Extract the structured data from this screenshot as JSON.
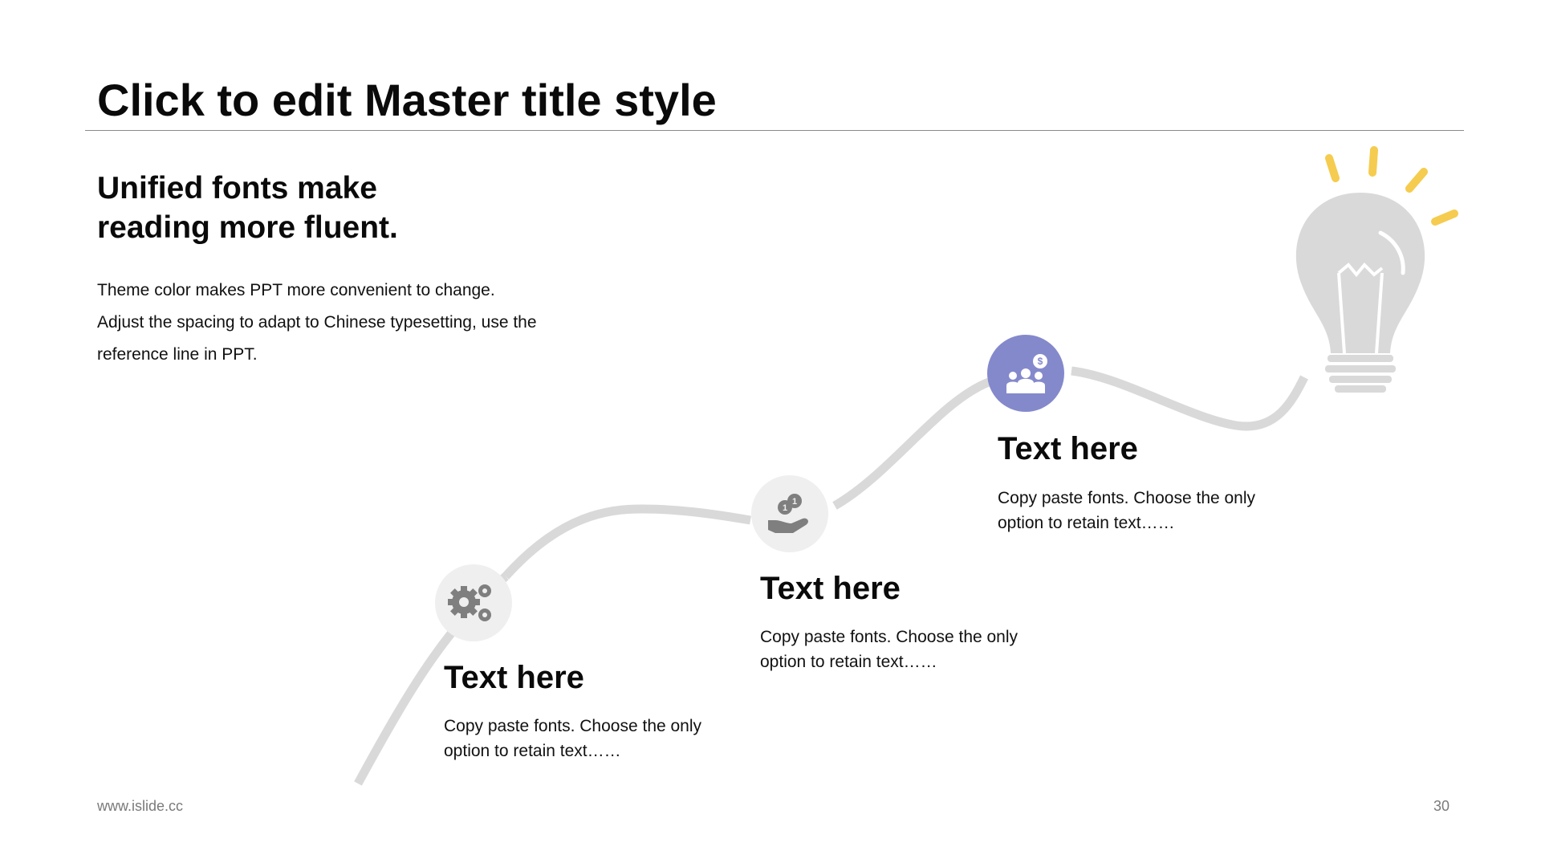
{
  "slide": {
    "title": "Click to edit Master title style",
    "subtitle_line1": "Unified fonts make",
    "subtitle_line2": "reading more fluent.",
    "body_line1": "Theme color makes PPT more convenient  to change.",
    "body_line2": "Adjust  the  spacing  to adapt  to Chinese  typesetting,  use  the",
    "body_line3": "reference  line  in  PPT."
  },
  "steps": [
    {
      "icon": "gears-icon",
      "heading": "Text here",
      "desc_line1": "Copy paste fonts. Choose the only",
      "desc_line2": "option to retain text……"
    },
    {
      "icon": "hand-coins-icon",
      "heading": "Text here",
      "desc_line1": "Copy paste fonts. Choose the only",
      "desc_line2": "option to retain text……"
    },
    {
      "icon": "team-money-icon",
      "heading": "Text here",
      "desc_line1": "Copy paste fonts. Choose the only",
      "desc_line2": "option to retain text……"
    }
  ],
  "footer": {
    "website": "www.islide.cc",
    "page_number": "30"
  },
  "colors": {
    "accent": "#8489CC",
    "path": "#D9D9D9",
    "icon_gray": "#7F7F7F",
    "circle_gray": "#EFEFEF",
    "ray": "#F5CC4F",
    "bulb": "#D9D9D9"
  }
}
